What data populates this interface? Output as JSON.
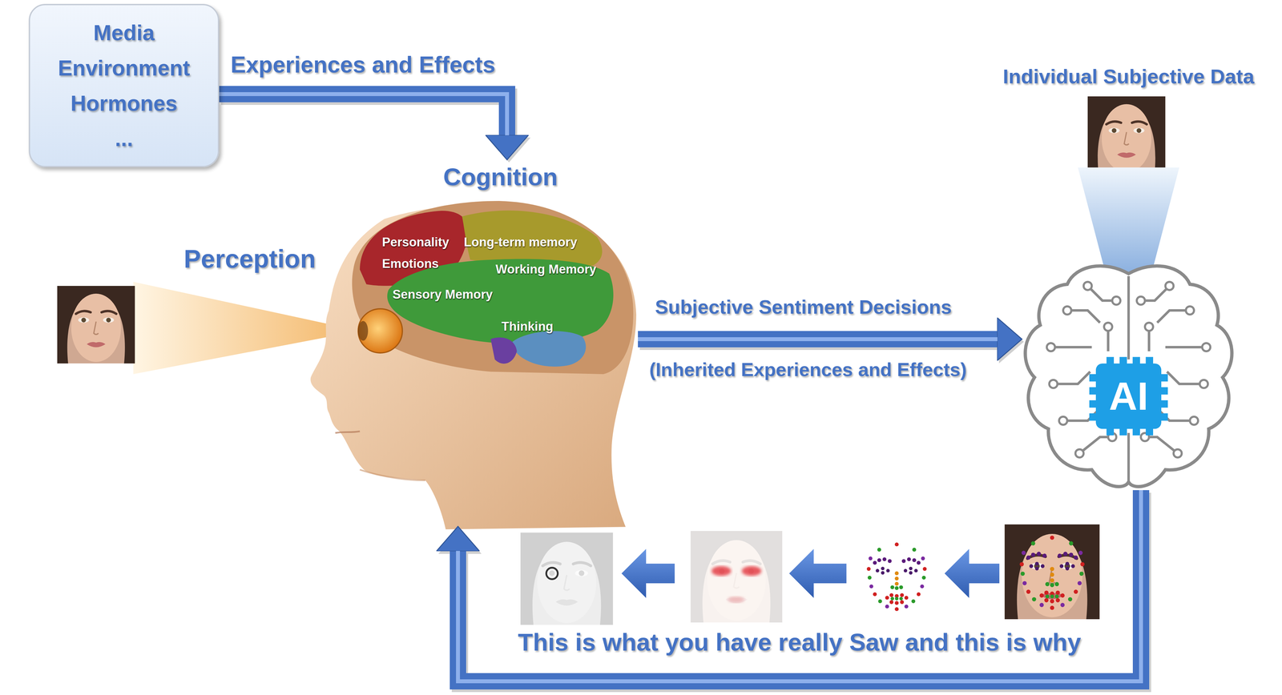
{
  "diagram": {
    "nodes": [
      {
        "text": [
          "Media",
          "Environment",
          "Hormones",
          "..."
        ]
      },
      {
        "text": [
          "Cognition"
        ]
      },
      {
        "text": [
          "AI"
        ]
      }
    ],
    "edges": [
      {
        "from": 0,
        "to": 1,
        "arrow": "to",
        "label": "Experiences and Effects"
      },
      {
        "from": 1,
        "to": 2,
        "arrow": "to",
        "label": "Subjective Sentiment Decisions"
      },
      {
        "from": 2,
        "to": 1,
        "arrow": "to",
        "label": "This is what you have really Saw and this is why"
      }
    ],
    "labels": [
      "Perception",
      "Personality",
      "Long-term memory",
      "Emotions",
      "Working Memory",
      "Sensory Memory",
      "Thinking",
      "(Inherited Experiences and Effects)",
      "Individual Subjective Data"
    ]
  }
}
